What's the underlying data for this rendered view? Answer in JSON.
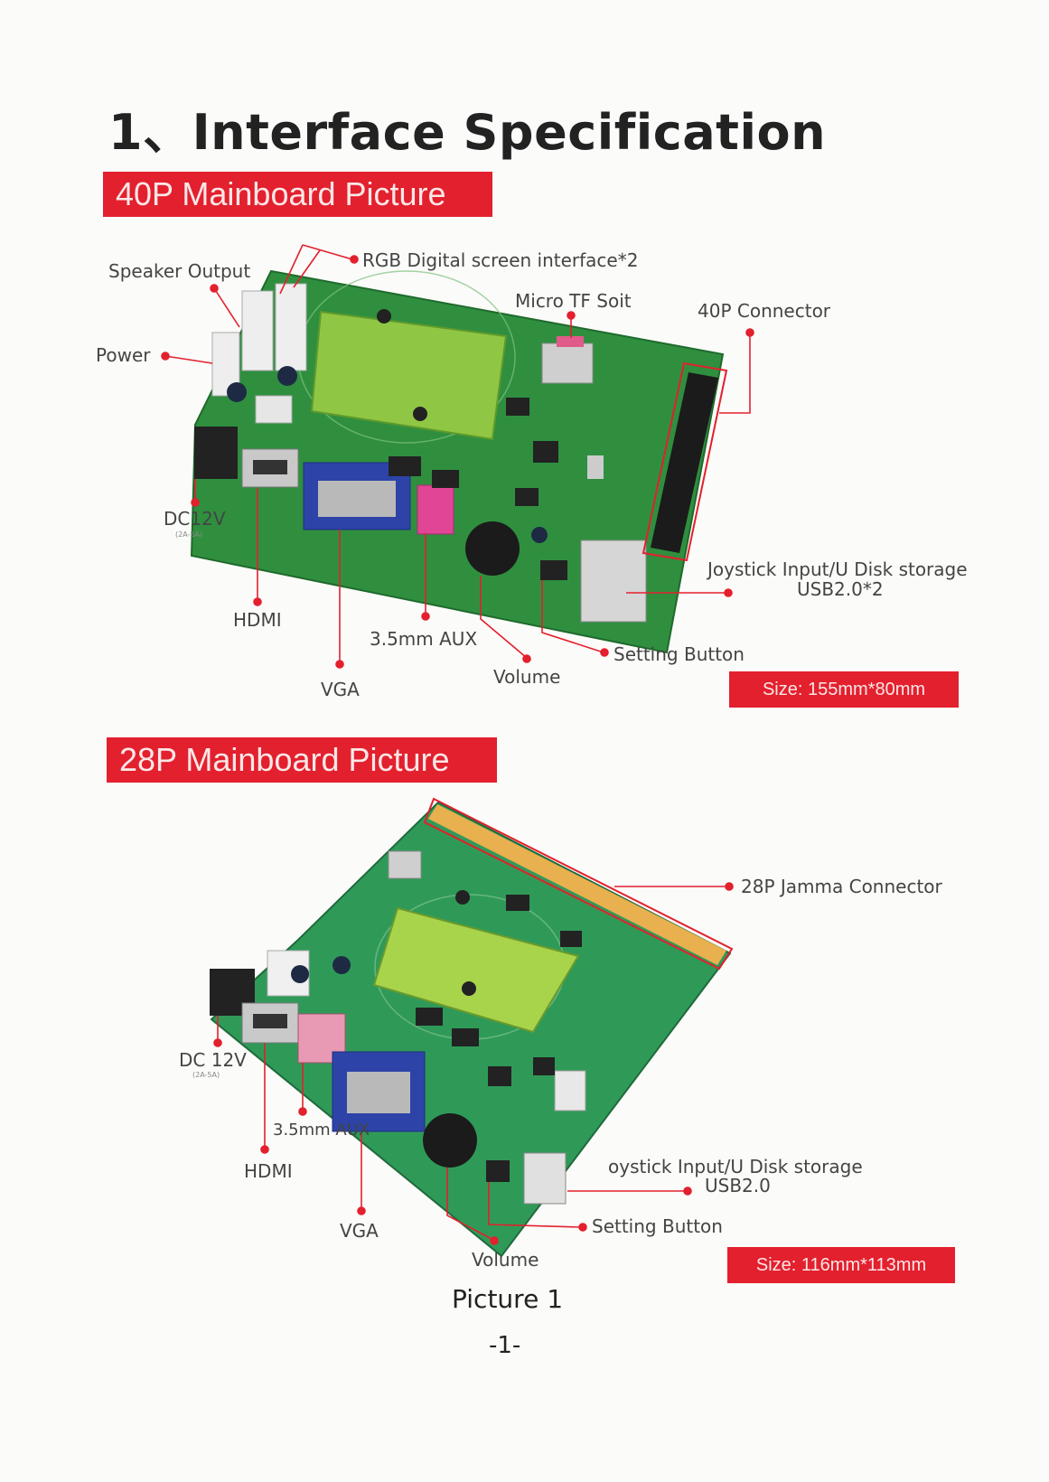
{
  "heading": "1、Interface Specification",
  "board40": {
    "banner": "40P Mainboard Picture",
    "labels": {
      "speaker_output": "Speaker Output",
      "rgb": "RGB Digital screen interface*2",
      "micro_tf": "Micro TF Soit",
      "connector_40p": "40P Connector",
      "power": "Power",
      "dc": "DC12V",
      "dc_sub": "(2A-5A)",
      "hdmi": "HDMI",
      "aux": "3.5mm AUX",
      "vga": "VGA",
      "volume": "Volume",
      "setting": "Setting Button",
      "joystick_line1": "Joystick Input/U Disk storage",
      "joystick_line2": "USB2.0*2"
    },
    "size": "Size: 155mm*80mm"
  },
  "board28": {
    "banner": "28P Mainboard Picture",
    "labels": {
      "jamma": "28P Jamma Connector",
      "dc": "DC 12V",
      "dc_sub": "(2A-5A)",
      "aux": "3.5mm AUX",
      "hdmi": "HDMI",
      "vga": "VGA",
      "volume": "Volume",
      "setting": "Setting Button",
      "joystick_line1": "oystick Input/U Disk storage",
      "joystick_line2": "USB2.0"
    },
    "size": "Size: 116mm*113mm"
  },
  "caption": "Picture 1",
  "page_number": "-1-",
  "colors": {
    "accent_red": "#e3202e",
    "pcb_green": "#2f8f3f",
    "shield_green": "#8fc744"
  }
}
